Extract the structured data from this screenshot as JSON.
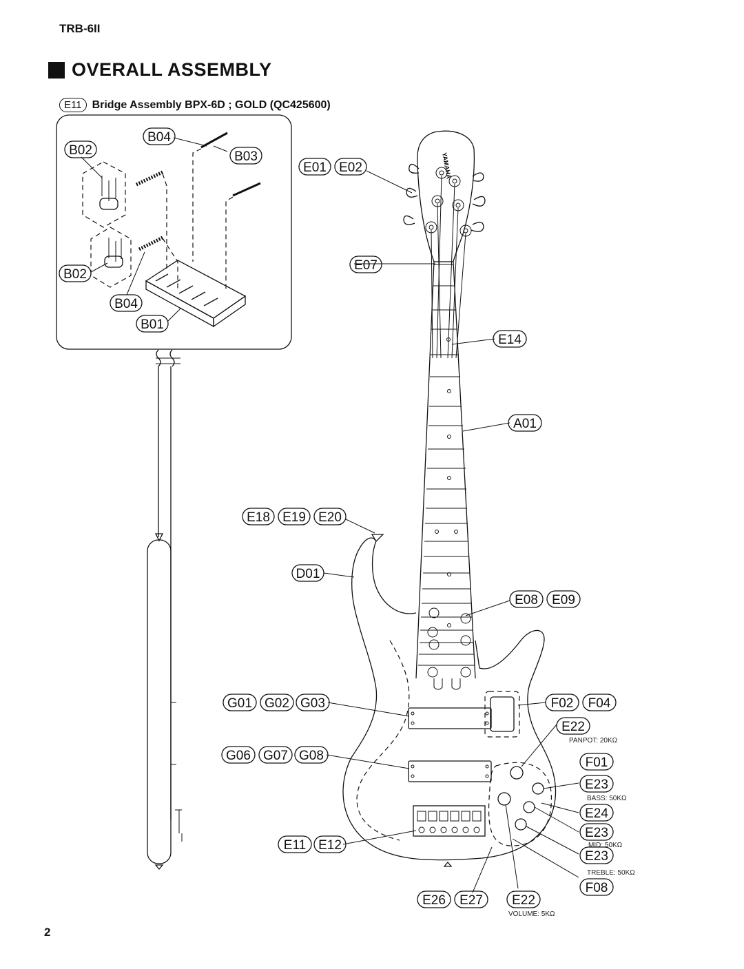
{
  "header": {
    "model": "TRB-6II",
    "title": "OVERALL ASSEMBLY",
    "subtitle_code": "E11",
    "subtitle_text": "Bridge Assembly BPX-6D ; GOLD (QC425600)"
  },
  "page_number": "2",
  "parts": {
    "b04_top": "B04",
    "b02_top": "B02",
    "b03": "B03",
    "b02_mid": "B02",
    "b04_mid": "B04",
    "b01": "B01",
    "e01": "E01",
    "e02": "E02",
    "e07": "E07",
    "e14": "E14",
    "a01": "A01",
    "e18": "E18",
    "e19": "E19",
    "e20": "E20",
    "d01": "D01",
    "e08": "E08",
    "e09": "E09",
    "g01": "G01",
    "g02": "G02",
    "g03": "G03",
    "f02": "F02",
    "f04": "F04",
    "e22_top": "E22",
    "g06": "G06",
    "g07": "G07",
    "g08": "G08",
    "f01": "F01",
    "e23_a": "E23",
    "e24": "E24",
    "e23_b": "E23",
    "e11": "E11",
    "e12": "E12",
    "e23_c": "E23",
    "f08": "F08",
    "e26": "E26",
    "e27": "E27",
    "e22_bottom": "E22"
  },
  "captions": {
    "panpot": "PANPOT: 20KΩ",
    "bass": "BASS: 50KΩ",
    "mid": "MID: 50KΩ",
    "treble": "TREBLE: 50KΩ",
    "volume": "VOLUME: 5KΩ"
  },
  "headstock_logo": "YAMAHA"
}
